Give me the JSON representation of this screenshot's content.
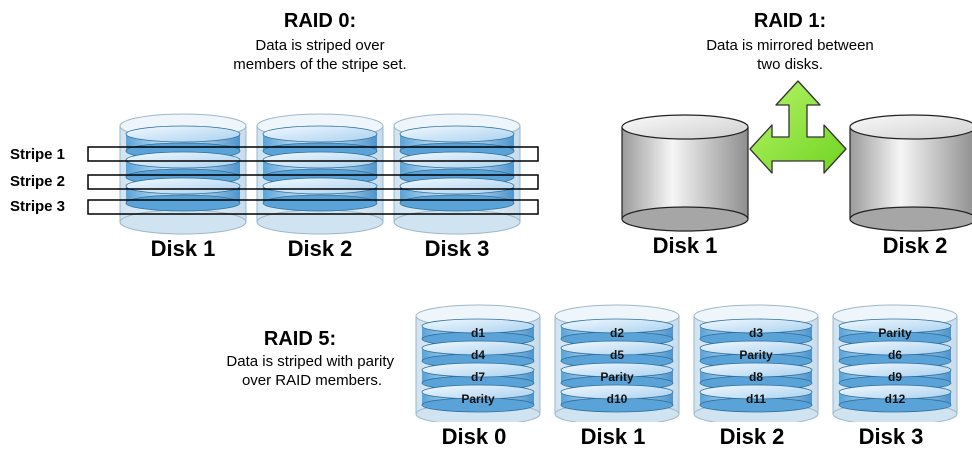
{
  "raid0": {
    "title": "RAID 0:",
    "desc_line1": "Data is striped over",
    "desc_line2": "members of the stripe set.",
    "stripes": [
      "Stripe 1",
      "Stripe 2",
      "Stripe 3"
    ],
    "disks": [
      "Disk 1",
      "Disk 2",
      "Disk 3"
    ]
  },
  "raid1": {
    "title": "RAID 1:",
    "desc_line1": "Data is mirrored between",
    "desc_line2": "two disks.",
    "disks": [
      "Disk 1",
      "Disk 2"
    ]
  },
  "raid5": {
    "title": "RAID 5:",
    "desc_line1": "Data is striped with parity",
    "desc_line2": "over RAID members.",
    "disks": [
      {
        "label": "Disk 0",
        "blocks": [
          "d1",
          "d4",
          "d7",
          "Parity"
        ]
      },
      {
        "label": "Disk 1",
        "blocks": [
          "d2",
          "d5",
          "Parity",
          "d10"
        ]
      },
      {
        "label": "Disk 2",
        "blocks": [
          "d3",
          "Parity",
          "d8",
          "d11"
        ]
      },
      {
        "label": "Disk 3",
        "blocks": [
          "Parity",
          "d6",
          "d9",
          "d12"
        ]
      }
    ]
  },
  "colors": {
    "disk_blue_light": "#e4f1fb",
    "disk_blue_dark": "#4f98cf",
    "mirror_gray_light": "#f4f4f4",
    "mirror_gray_dark": "#8a8a8a",
    "arrow_green": "#8ee63a",
    "outline": "#222222"
  }
}
